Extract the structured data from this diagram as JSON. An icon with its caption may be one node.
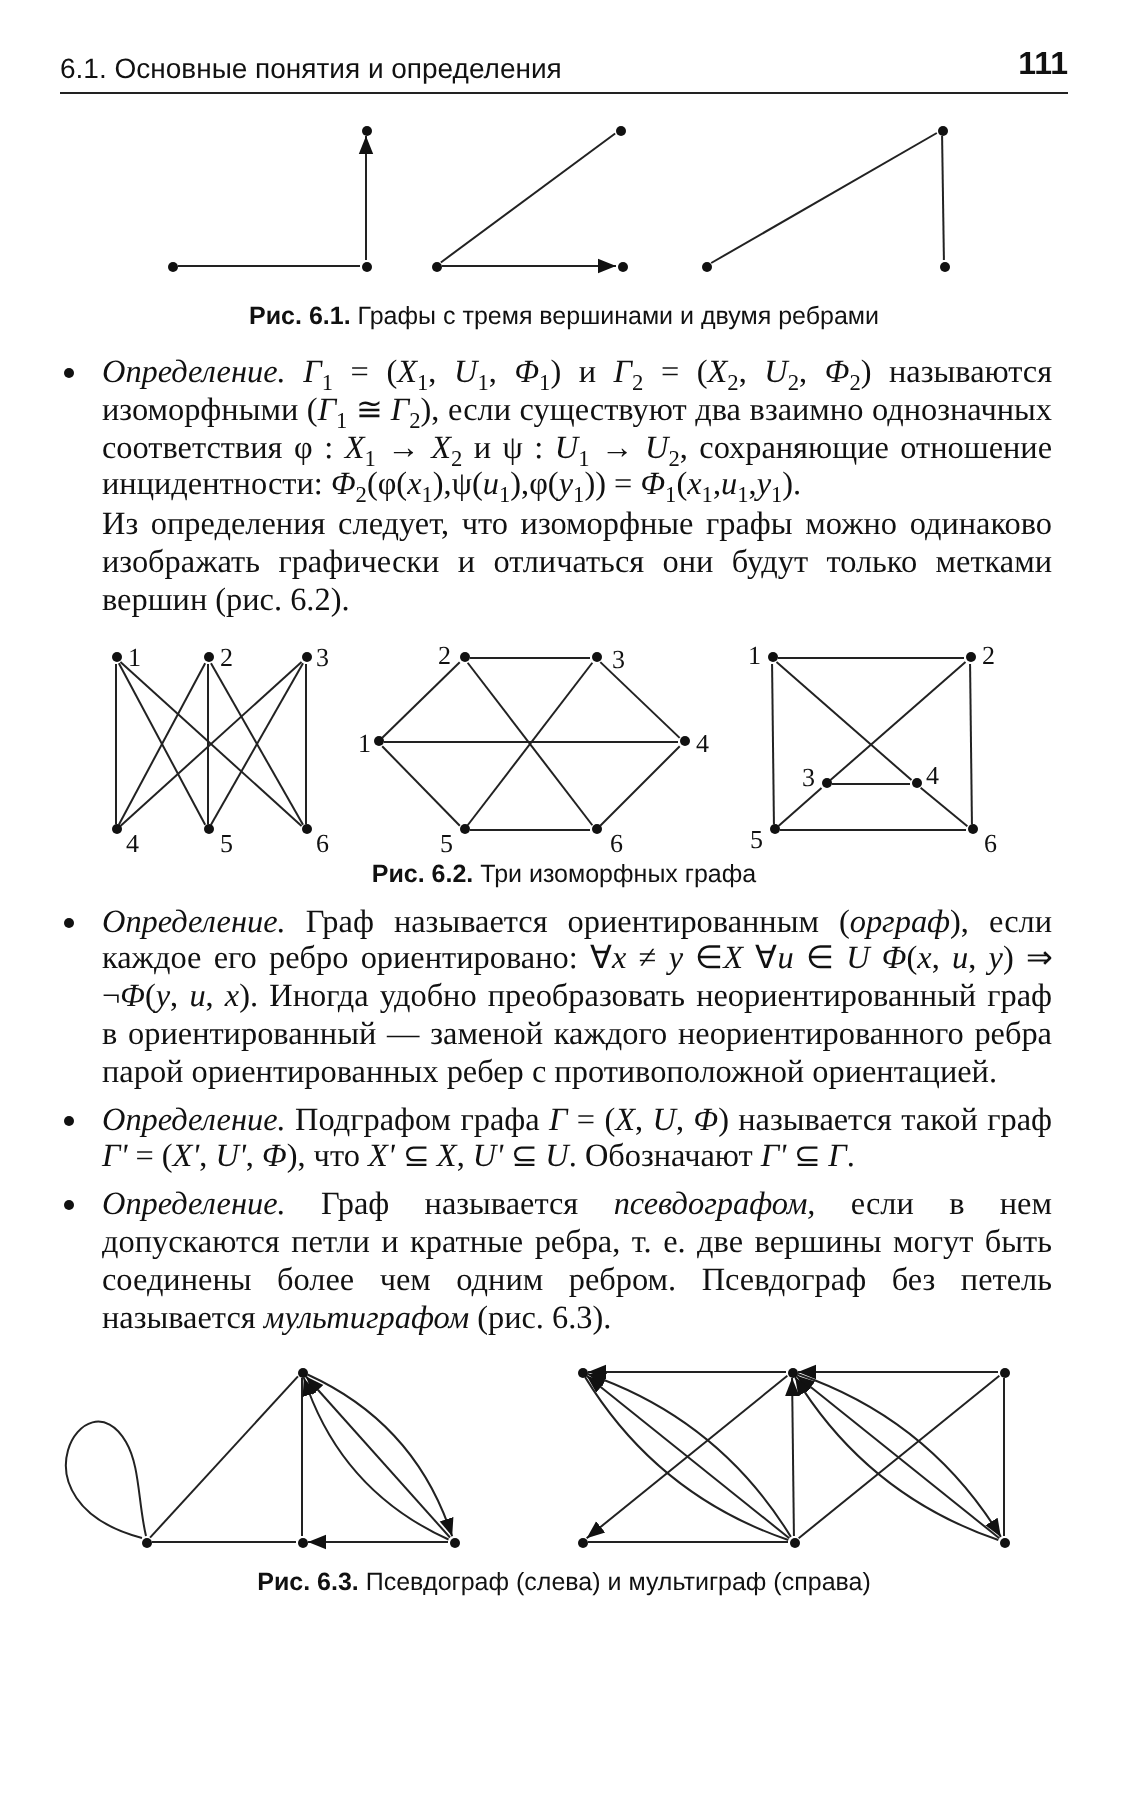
{
  "diagram": {
    "nodes": [
      {
        "text": [],
        "shape": "circle"
      },
      {
        "text": [],
        "shape": "circle"
      },
      {
        "text": [],
        "shape": "circle"
      },
      {
        "text": [],
        "shape": "circle"
      },
      {
        "text": [],
        "shape": "circle"
      },
      {
        "text": [],
        "shape": "circle"
      },
      {
        "text": [],
        "shape": "circle"
      },
      {
        "text": [],
        "shape": "circle"
      },
      {
        "text": [],
        "shape": "circle"
      },
      {
        "text": [
          "1"
        ]
      },
      {
        "text": [
          "2"
        ]
      },
      {
        "text": [
          "3"
        ]
      },
      {
        "text": [
          "4"
        ]
      },
      {
        "text": [
          "5"
        ]
      },
      {
        "text": [
          "6"
        ]
      },
      {
        "text": [
          "2"
        ]
      },
      {
        "text": [
          "3"
        ]
      },
      {
        "text": [
          "1"
        ]
      },
      {
        "text": [
          "4"
        ]
      },
      {
        "text": [
          "5"
        ]
      },
      {
        "text": [
          "6"
        ]
      },
      {
        "text": [
          "1"
        ]
      },
      {
        "text": [
          "2"
        ]
      },
      {
        "text": [
          "3"
        ]
      },
      {
        "text": [
          "4"
        ]
      },
      {
        "text": [
          "5"
        ]
      },
      {
        "text": [
          "6"
        ]
      },
      {
        "text": [],
        "shape": "circle"
      },
      {
        "text": [],
        "shape": "circle"
      },
      {
        "text": [],
        "shape": "circle"
      },
      {
        "text": [],
        "shape": "circle"
      },
      {
        "text": [],
        "shape": "circle"
      },
      {
        "text": [],
        "shape": "circle"
      },
      {
        "text": [],
        "shape": "circle"
      },
      {
        "text": [],
        "shape": "circle"
      },
      {
        "text": [],
        "shape": "circle"
      },
      {
        "text": [],
        "shape": "circle"
      }
    ],
    "edges": [
      {
        "from": 0,
        "to": 1,
        "arrow": "none"
      },
      {
        "from": 1,
        "to": 2,
        "arrow": "to"
      },
      {
        "from": 3,
        "to": 4,
        "arrow": "none"
      },
      {
        "from": 3,
        "to": 5,
        "arrow": "to"
      },
      {
        "from": 6,
        "to": 7,
        "arrow": "none"
      },
      {
        "from": 7,
        "to": 8,
        "arrow": "none"
      },
      {
        "from": 9,
        "to": 12,
        "arrow": "none"
      },
      {
        "from": 9,
        "to": 13,
        "arrow": "none"
      },
      {
        "from": 9,
        "to": 14,
        "arrow": "none"
      },
      {
        "from": 10,
        "to": 12,
        "arrow": "none"
      },
      {
        "from": 10,
        "to": 13,
        "arrow": "none"
      },
      {
        "from": 10,
        "to": 14,
        "arrow": "none"
      },
      {
        "from": 11,
        "to": 12,
        "arrow": "none"
      },
      {
        "from": 11,
        "to": 13,
        "arrow": "none"
      },
      {
        "from": 11,
        "to": 14,
        "arrow": "none"
      },
      {
        "from": 15,
        "to": 16,
        "arrow": "none"
      },
      {
        "from": 17,
        "to": 15,
        "arrow": "none"
      },
      {
        "from": 16,
        "to": 18,
        "arrow": "none"
      },
      {
        "from": 17,
        "to": 18,
        "arrow": "none"
      },
      {
        "from": 17,
        "to": 19,
        "arrow": "none"
      },
      {
        "from": 18,
        "to": 20,
        "arrow": "none"
      },
      {
        "from": 19,
        "to": 20,
        "arrow": "none"
      },
      {
        "from": 15,
        "to": 20,
        "arrow": "none"
      },
      {
        "from": 16,
        "to": 19,
        "arrow": "none"
      },
      {
        "from": 21,
        "to": 22,
        "arrow": "none"
      },
      {
        "from": 21,
        "to": 25,
        "arrow": "none"
      },
      {
        "from": 22,
        "to": 26,
        "arrow": "none"
      },
      {
        "from": 25,
        "to": 26,
        "arrow": "none"
      },
      {
        "from": 23,
        "to": 24,
        "arrow": "none"
      },
      {
        "from": 22,
        "to": 23,
        "arrow": "none"
      },
      {
        "from": 23,
        "to": 25,
        "arrow": "none"
      },
      {
        "from": 21,
        "to": 24,
        "arrow": "none"
      },
      {
        "from": 24,
        "to": 26,
        "arrow": "none"
      },
      {
        "from": 28,
        "to": 28,
        "arrow": "none"
      },
      {
        "from": 28,
        "to": 27,
        "arrow": "none"
      },
      {
        "from": 28,
        "to": 29,
        "arrow": "none"
      },
      {
        "from": 27,
        "to": 29,
        "arrow": "none"
      },
      {
        "from": 30,
        "to": 29,
        "arrow": "to"
      },
      {
        "from": 30,
        "to": 27,
        "arrow": "to"
      },
      {
        "from": 30,
        "to": 27,
        "arrow": "to"
      },
      {
        "from": 27,
        "to": 30,
        "arrow": "to"
      },
      {
        "from": 32,
        "to": 31,
        "arrow": "to"
      },
      {
        "from": 33,
        "to": 32,
        "arrow": "to"
      },
      {
        "from": 34,
        "to": 35,
        "arrow": "none"
      },
      {
        "from": 35,
        "to": 32,
        "arrow": "to"
      },
      {
        "from": 32,
        "to": 34,
        "arrow": "to"
      },
      {
        "from": 35,
        "to": 31,
        "arrow": "to"
      },
      {
        "from": 35,
        "to": 31,
        "arrow": "to"
      },
      {
        "from": 31,
        "to": 35,
        "arrow": "none"
      },
      {
        "from": 35,
        "to": 33,
        "arrow": "none"
      },
      {
        "from": 33,
        "to": 36,
        "arrow": "none"
      },
      {
        "from": 36,
        "to": 32,
        "arrow": "to"
      },
      {
        "from": 36,
        "to": 32,
        "arrow": "to"
      },
      {
        "from": 32,
        "to": 36,
        "arrow": "to"
      }
    ],
    "labels": [
      "6.1. Основные понятия и определения",
      "111",
      "**Рис. 6.1.** Графы с тремя вершинами и двумя ребрами",
      "*Определение.* *Γ*$_{1}$ = (*X*$_{1}$, *U*$_{1}$, *Φ*$_{1}$) и *Γ*$_{2}$ = (*X*$_{2}$, *U*$_{2}$, *Φ*$_{2}$) называются изоморфными (*Γ*$_{1}$ ≅ *Γ*$_{2}$), если существуют два взаимно однозначных соответствия φ : *X*$_{1}$ → *X*$_{2}$ и ψ : *U*$_{1}$ → *U*$_{2}$, сохраняющие отношение инцидентности: *Φ*$_{2}$(φ(*x*$_{1}$),ψ(*u*$_{1}$),φ(*y*$_{1}$)) = *Φ*$_{1}$(*x*$_{1}$,*u*$_{1}$,*y*$_{1}$).",
      "Из определения следует, что изоморфные графы можно одинаково изображать графически и отличаться они будут только метками вершин (рис. 6.2).",
      "**Рис. 6.2.** Три изоморфных графа",
      "*Определение.* Граф называется ориентированным (*орграф*), если каждое его ребро ориентировано: ∀*x* ≠ *y* ∈*X* ∀*u* ∈ *U* *Φ*(*x*, *u*, *y*) ⇒ ¬*Φ*(*y*, *u*, *x*). Иногда удобно преобразовать неориентированный граф в ориентированный — заменой каждого неориентированного ребра парой ориентированных ребер с противоположной ориентацией.",
      "*Определение.* Подграфом графа *Γ* = (*X*, *U*, *Φ*) называется такой граф *Γ'* = (*X'*, *U'*, *Φ*), что *X'* ⊆ *X*, *U'* ⊆ *U*. Обозначают *Γ'* ⊆ *Γ*.",
      "*Определение.* Граф называется *псевдографом,* если в нем допускаются петли и кратные ребра, т. е. две вершины могут быть соединены более чем одним ребром. Псевдограф без петель называется *мультиграфом* (рис. 6.3).",
      "**Рис. 6.3.** Псевдограф (слева) и мультиграф (справа)"
    ]
  }
}
